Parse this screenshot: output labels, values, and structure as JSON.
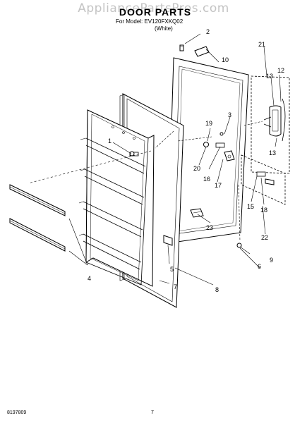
{
  "watermark": "AppliancePartsPros.com",
  "header": {
    "title": "DOOR PARTS",
    "model_line": "For Model: EV120FXKQ02",
    "variant": "(White)"
  },
  "footer": {
    "doc_code": "8197809",
    "page_number": "7"
  },
  "callouts": [
    "1",
    "2",
    "3",
    "4",
    "5",
    "6",
    "7",
    "8",
    "9",
    "10",
    "12",
    "13",
    "13",
    "15",
    "16",
    "17",
    "18",
    "19",
    "20",
    "21",
    "22",
    "23"
  ]
}
